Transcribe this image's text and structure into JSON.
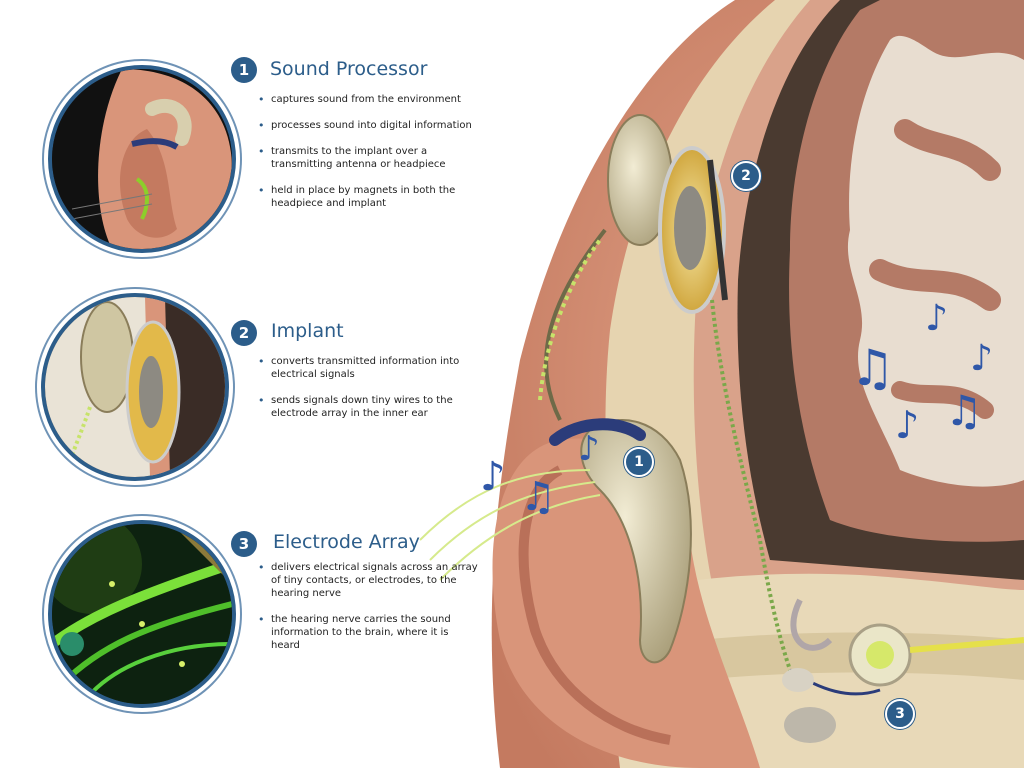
{
  "sections": [
    {
      "number": "1",
      "title": "Sound Processor",
      "bullets": [
        "captures sound from the environment",
        "processes sound into digital information",
        "transmits to the implant over a transmitting antenna or headpiece",
        "held in place by magnets in both the headpiece and implant"
      ]
    },
    {
      "number": "2",
      "title": "Implant",
      "bullets": [
        "converts transmitted information into electrical signals",
        "sends signals down tiny wires to the electrode array in the inner ear"
      ]
    },
    {
      "number": "3",
      "title": "Electrode Array",
      "bullets": [
        "delivers electrical signals across an array of tiny contacts, or electrodes, to the hearing nerve",
        "the hearing nerve carries the sound information to the brain, where it is heard"
      ]
    }
  ],
  "markers": [
    "1",
    "2",
    "3"
  ],
  "colors": {
    "accent": "#2c5d8a",
    "skin": "#d9957a",
    "bone": "#e8d9b8",
    "brain": "#b47a66",
    "brain_white": "#e8ddd0",
    "device": "#d8cfae",
    "signal": "#c7e36a"
  }
}
